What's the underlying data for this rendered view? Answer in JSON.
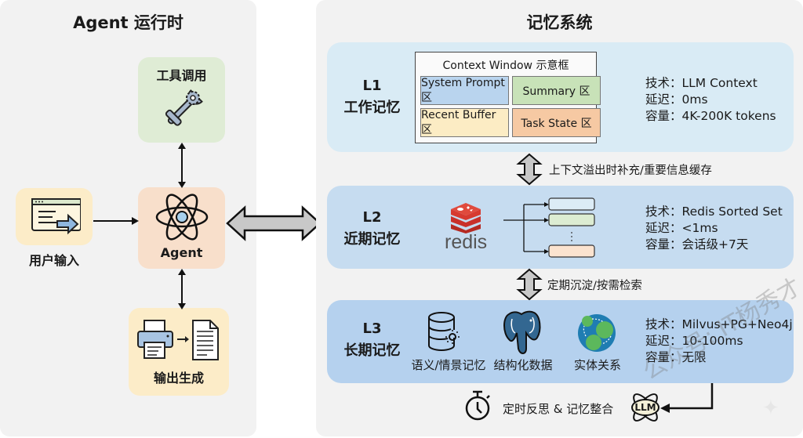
{
  "left_panel": {
    "title": "Agent 运行时",
    "nodes": {
      "tools": {
        "label": "工具调用",
        "icon": "wrench-gear-icon",
        "color": "#dfecd5"
      },
      "agent": {
        "label": "Agent",
        "icon": "atom-icon",
        "color": "#f8dfcb"
      },
      "input": {
        "label": "用户输入",
        "icon": "browser-input-icon",
        "color": "#fcecc8"
      },
      "output": {
        "label": "输出生成",
        "icon": "printer-document-icon",
        "color": "#fcecc8"
      }
    }
  },
  "right_panel": {
    "title": "记忆系统",
    "layers": [
      {
        "level": "L1",
        "name": "工作记忆",
        "color": "#d9ebf5",
        "context_window": {
          "title": "Context Window 示意框",
          "cells": [
            {
              "label": "System Prompt 区",
              "color": "#b9d4ee"
            },
            {
              "label": "Summary 区",
              "color": "#c8e2b8"
            },
            {
              "label": "Recent Buffer 区",
              "color": "#fcecc4"
            },
            {
              "label": "Task State 区",
              "color": "#f6c9a3"
            }
          ]
        },
        "specs": [
          "技术：LLM Context",
          "延迟：0ms",
          "容量：4K-200K tokens"
        ]
      },
      {
        "level": "L2",
        "name": "近期记忆",
        "color": "#c6dcf0",
        "logo_text": "redis",
        "sorted_set_colors": [
          "#dcecf6",
          "#dcecd2",
          "#fbe3cf"
        ],
        "specs": [
          "技术：Redis Sorted Set",
          "延迟：<1ms",
          "容量：会话级+7天"
        ]
      },
      {
        "level": "L3",
        "name": "长期记忆",
        "color": "#b5d1ee",
        "stores": [
          {
            "label": "语义/情景记忆",
            "icon": "vector-database-icon"
          },
          {
            "label": "结构化数据",
            "icon": "postgresql-elephant-icon"
          },
          {
            "label": "实体关系",
            "icon": "graph-network-icon"
          }
        ],
        "specs": [
          "技术：Milvus+PG+Neo4j",
          "延迟：10-100ms",
          "容量：无限"
        ]
      }
    ],
    "connectors": {
      "l1_l2": "上下文溢出时补充/重要信息缓存",
      "l2_l3": "定期沉淀/按需检索"
    },
    "reflection": {
      "label": "定时反思 & 记忆整合",
      "llm_badge": "LLM"
    }
  },
  "watermark": "公众号: IT杨秀才"
}
